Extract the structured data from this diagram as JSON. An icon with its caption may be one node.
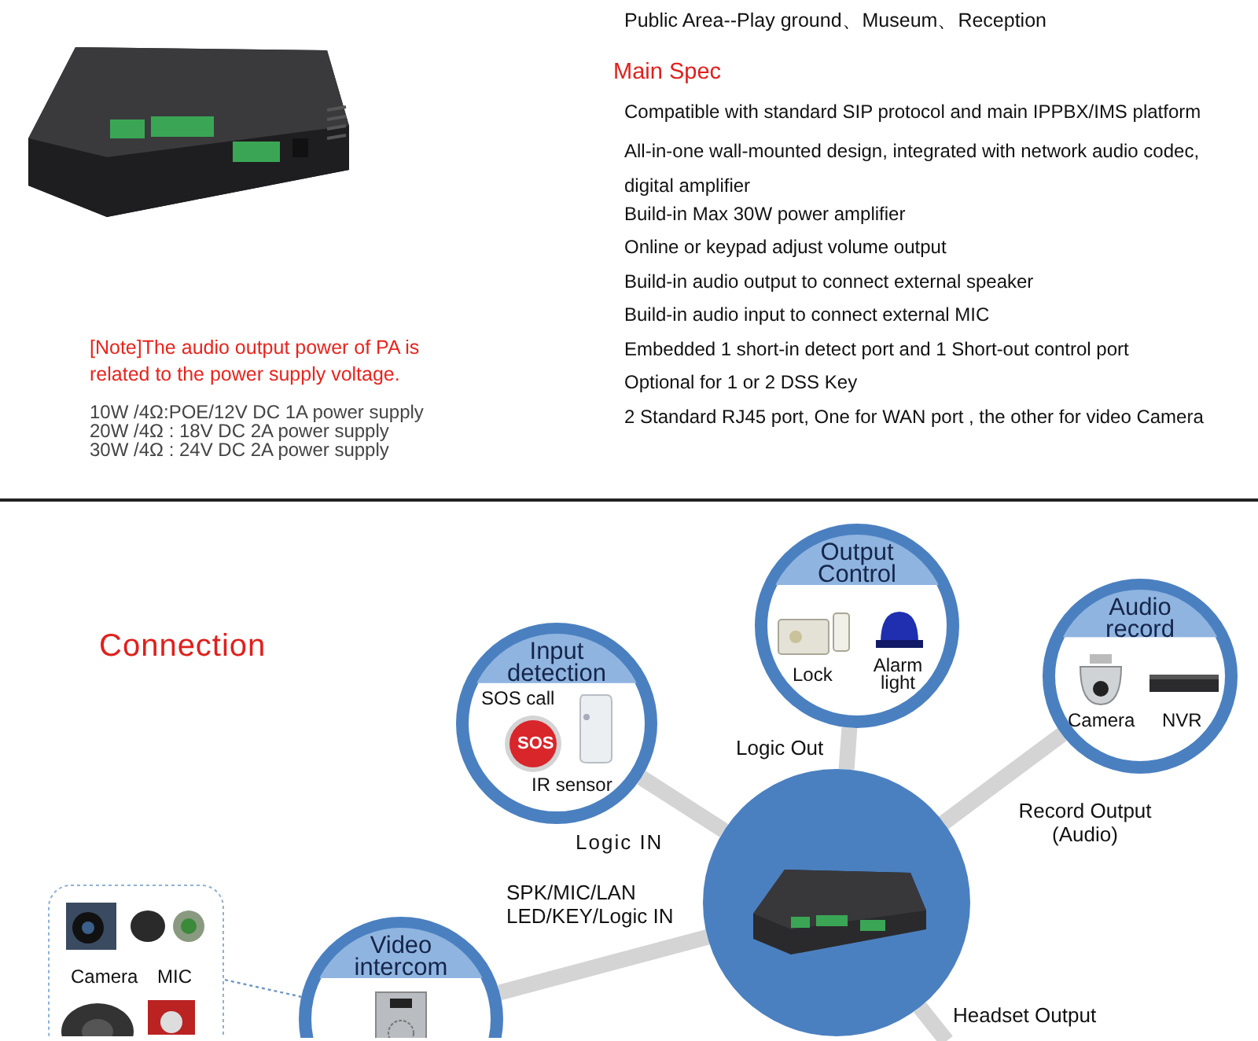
{
  "diagram": {
    "nodes": [
      {
        "text": [
          "Input detection",
          "SOS call",
          "SOS",
          "IR sensor"
        ]
      },
      {
        "text": [
          "Output Control",
          "Lock",
          "Alarm light"
        ]
      },
      {
        "text": [
          "Audio record",
          "Camera",
          "NVR"
        ]
      },
      {
        "text": [],
        "shape": "circle"
      },
      {
        "text": [
          "Video intercom"
        ]
      },
      {
        "text": [
          "Camera",
          "MIC"
        ]
      }
    ],
    "edges": [
      {
        "from": 0,
        "to": 3,
        "arrow": "none",
        "label": "Logic IN"
      },
      {
        "from": 1,
        "to": 3,
        "arrow": "none",
        "label": "Logic Out"
      },
      {
        "from": 2,
        "to": 3,
        "arrow": "none",
        "label": "Record Output (Audio)"
      },
      {
        "from": 4,
        "to": 3,
        "arrow": "none",
        "label": "SPK/MIC/LAN LED/KEY/Logic IN"
      },
      {
        "from": 3,
        "to": null,
        "arrow": "none",
        "label": "Headset Output"
      },
      {
        "from": 5,
        "to": 4,
        "arrow": "none",
        "style": "dashed",
        "color": "#6f95c8"
      }
    ],
    "labels": [
      "Public Area--Play ground、Museum、Reception",
      "Main Spec",
      "Compatible with standard SIP protocol and main IPPBX/IMS platform",
      "All-in-one wall-mounted design, integrated with network audio codec, digital amplifier",
      "Build-in Max 30W power amplifier",
      "Online or keypad adjust volume output",
      "Build-in audio output to connect external speaker",
      "Build-in audio input to connect external MIC",
      "Embedded 1 short-in detect port and 1 Short-out control port",
      "Optional for 1 or 2 DSS Key",
      "2 Standard RJ45 port, One for WAN port , the other for video Camera",
      "[Note]The audio output power of PA is related to the power supply voltage.",
      "10W /4Ω:POE/12V DC 1A power supply",
      "20W /4Ω : 18V DC 2A power supply",
      "30W /4Ω : 24V DC 2A power supply",
      "Connection"
    ]
  }
}
